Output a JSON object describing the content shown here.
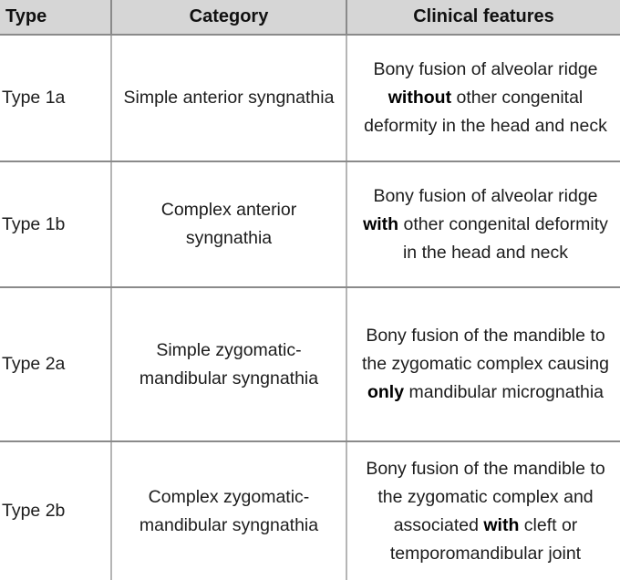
{
  "table": {
    "columns": [
      {
        "key": "type",
        "label": "Type",
        "align": "left"
      },
      {
        "key": "category",
        "label": "Category",
        "align": "center"
      },
      {
        "key": "clinical_features",
        "label": "Clinical features",
        "align": "center"
      }
    ],
    "rows": [
      {
        "type": "Type 1a",
        "category": "Simple anterior syngnathia",
        "clinical_features_parts": [
          {
            "text": "Bony fusion of alveolar ridge ",
            "bold": false
          },
          {
            "text": "without",
            "bold": true
          },
          {
            "text": " other congenital deformity in the head and neck",
            "bold": false
          }
        ],
        "clinical_features": "Bony fusion of alveolar ridge without other congenital deformity in the head and neck"
      },
      {
        "type": "Type 1b",
        "category": "Complex anterior syngnathia",
        "clinical_features_parts": [
          {
            "text": "Bony fusion of alveolar ridge ",
            "bold": false
          },
          {
            "text": "with",
            "bold": true
          },
          {
            "text": " other congenital deformity in the head and neck",
            "bold": false
          }
        ],
        "clinical_features": "Bony fusion of alveolar ridge with other congenital deformity in the head and neck"
      },
      {
        "type": "Type 2a",
        "category": "Simple zygomatic-mandibular syngnathia",
        "clinical_features_parts": [
          {
            "text": "Bony fusion of the mandible to the zygomatic complex causing ",
            "bold": false
          },
          {
            "text": "only",
            "bold": true
          },
          {
            "text": " mandibular micrognathia",
            "bold": false
          }
        ],
        "clinical_features": "Bony fusion of the mandible to the zygomatic complex causing only mandibular micrognathia"
      },
      {
        "type": "Type 2b",
        "category": "Complex zygomatic-mandibular syngnathia",
        "clinical_features_parts": [
          {
            "text": "Bony fusion of the mandible to the zygomatic complex and associated ",
            "bold": false
          },
          {
            "text": "with",
            "bold": true
          },
          {
            "text": " cleft or temporomandibular joint",
            "bold": false
          }
        ],
        "clinical_features": "Bony fusion of the mandible to the zygomatic complex and associated with cleft or temporomandibular joint"
      }
    ],
    "colors": {
      "header_background": "#d6d6d6",
      "border_strong": "#8a8a8a",
      "border_light": "#b5b5b5",
      "text": "#1c1c1c",
      "cell_background": "#ffffff"
    }
  }
}
